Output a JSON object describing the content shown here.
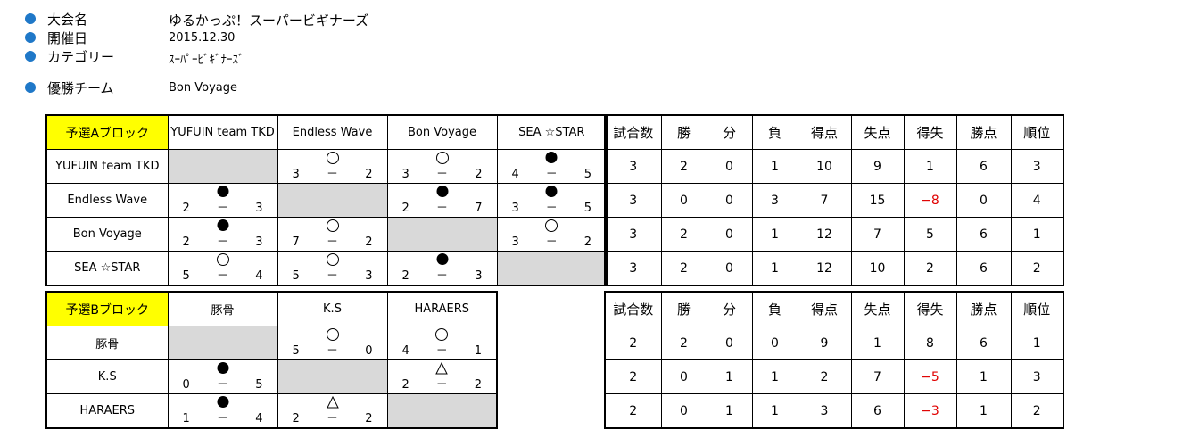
{
  "tournament": {
    "name_label": "大会名",
    "name_value": "ゆるかっぷ！スーパービギナーズ",
    "date_label": "開催日",
    "date_value": "2015.12.30",
    "category_label": "カテゴリー",
    "category_value": "ｽｰﾊﾟｰﾋﾞｷﾞﾅｰｽﾞ",
    "winner_label": "優勝チーム",
    "winner_value": "Bon Voyage"
  },
  "stat_headers": [
    "試合数",
    "勝",
    "分",
    "負",
    "得点",
    "失点",
    "得失",
    "勝点",
    "順位"
  ],
  "colors": {
    "bullet": "#1f78c8",
    "corner": "#ffff00",
    "gray": "#d9d9d9",
    "negative": "#e00000"
  },
  "result_symbols": {
    "win": "white-circle-icon",
    "loss": "black-circle-icon",
    "draw": "triangle-icon"
  },
  "block_a": {
    "label": "予選Aブロック",
    "teams": [
      "YUFUIN team TKD",
      "Endless Wave",
      "Bon Voyage",
      "SEA ☆STAR"
    ],
    "results": [
      [
        null,
        {
          "r": "win",
          "l": "3",
          "d": "－",
          "s": "2"
        },
        {
          "r": "win",
          "l": "3",
          "d": "－",
          "s": "2"
        },
        {
          "r": "loss",
          "l": "4",
          "d": "－",
          "s": "5"
        }
      ],
      [
        {
          "r": "loss",
          "l": "2",
          "d": "－",
          "s": "3"
        },
        null,
        {
          "r": "loss",
          "l": "2",
          "d": "－",
          "s": "7"
        },
        {
          "r": "loss",
          "l": "3",
          "d": "－",
          "s": "5"
        }
      ],
      [
        {
          "r": "loss",
          "l": "2",
          "d": "－",
          "s": "3"
        },
        {
          "r": "win",
          "l": "7",
          "d": "－",
          "s": "2"
        },
        null,
        {
          "r": "win",
          "l": "3",
          "d": "－",
          "s": "2"
        }
      ],
      [
        {
          "r": "win",
          "l": "5",
          "d": "－",
          "s": "4"
        },
        {
          "r": "win",
          "l": "5",
          "d": "－",
          "s": "3"
        },
        {
          "r": "loss",
          "l": "2",
          "d": "－",
          "s": "3"
        },
        null
      ]
    ],
    "stats": [
      [
        "3",
        "2",
        "0",
        "1",
        "10",
        "9",
        "1",
        "6",
        "3"
      ],
      [
        "3",
        "0",
        "0",
        "3",
        "7",
        "15",
        "−8",
        "0",
        "4"
      ],
      [
        "3",
        "2",
        "0",
        "1",
        "12",
        "7",
        "5",
        "6",
        "1"
      ],
      [
        "3",
        "2",
        "0",
        "1",
        "12",
        "10",
        "2",
        "6",
        "2"
      ]
    ]
  },
  "block_b": {
    "label": "予選Bブロック",
    "teams": [
      "豚骨",
      "K.S",
      "HARAERS"
    ],
    "results": [
      [
        null,
        {
          "r": "win",
          "l": "5",
          "d": "－",
          "s": "0"
        },
        {
          "r": "win",
          "l": "4",
          "d": "－",
          "s": "1"
        }
      ],
      [
        {
          "r": "loss",
          "l": "0",
          "d": "－",
          "s": "5"
        },
        null,
        {
          "r": "draw",
          "l": "2",
          "d": "－",
          "s": "2"
        }
      ],
      [
        {
          "r": "loss",
          "l": "1",
          "d": "－",
          "s": "4"
        },
        {
          "r": "draw",
          "l": "2",
          "d": "－",
          "s": "2"
        },
        null
      ]
    ],
    "stats": [
      [
        "2",
        "2",
        "0",
        "0",
        "9",
        "1",
        "8",
        "6",
        "1"
      ],
      [
        "2",
        "0",
        "1",
        "1",
        "2",
        "7",
        "−5",
        "1",
        "3"
      ],
      [
        "2",
        "0",
        "1",
        "1",
        "3",
        "6",
        "−3",
        "1",
        "2"
      ]
    ]
  }
}
